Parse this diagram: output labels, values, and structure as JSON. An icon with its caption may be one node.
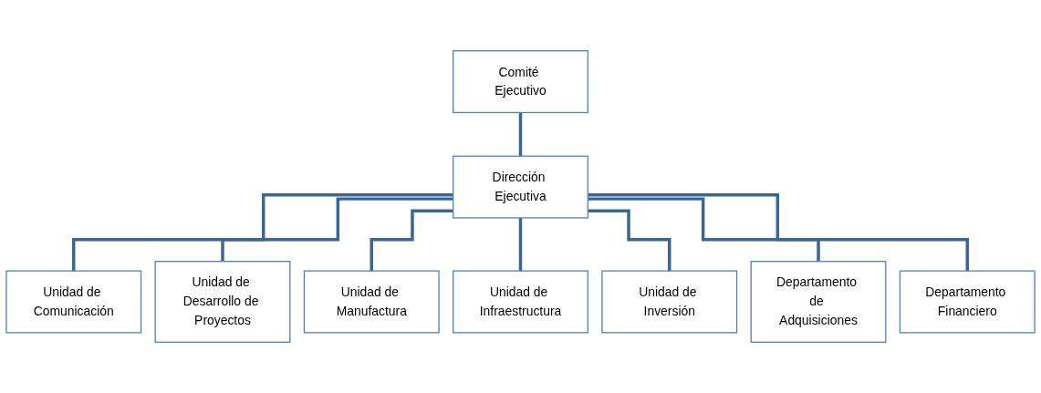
{
  "diagram": {
    "nodes": [
      {
        "text": [
          "Comité Ejecutivo"
        ]
      },
      {
        "text": [
          "Dirección Ejecutiva"
        ]
      },
      {
        "text": [
          "Unidad de Comunicación"
        ]
      },
      {
        "text": [
          "Unidad de Desarrollo de Proyectos"
        ]
      },
      {
        "text": [
          "Unidad de Manufactura"
        ]
      },
      {
        "text": [
          "Unidad de Infraestructura"
        ]
      },
      {
        "text": [
          "Unidad de Inversión"
        ]
      },
      {
        "text": [
          "Departamento de Adquisiciones"
        ]
      },
      {
        "text": [
          "Departamento Financiero"
        ]
      }
    ],
    "edges": [
      {
        "from": 0,
        "to": 1,
        "arrow": "none"
      },
      {
        "from": 1,
        "to": 2,
        "arrow": "none"
      },
      {
        "from": 1,
        "to": 3,
        "arrow": "none"
      },
      {
        "from": 1,
        "to": 4,
        "arrow": "none"
      },
      {
        "from": 1,
        "to": 5,
        "arrow": "none"
      },
      {
        "from": 1,
        "to": 6,
        "arrow": "none"
      },
      {
        "from": 1,
        "to": 7,
        "arrow": "none"
      },
      {
        "from": 1,
        "to": 8,
        "arrow": "none"
      }
    ]
  }
}
